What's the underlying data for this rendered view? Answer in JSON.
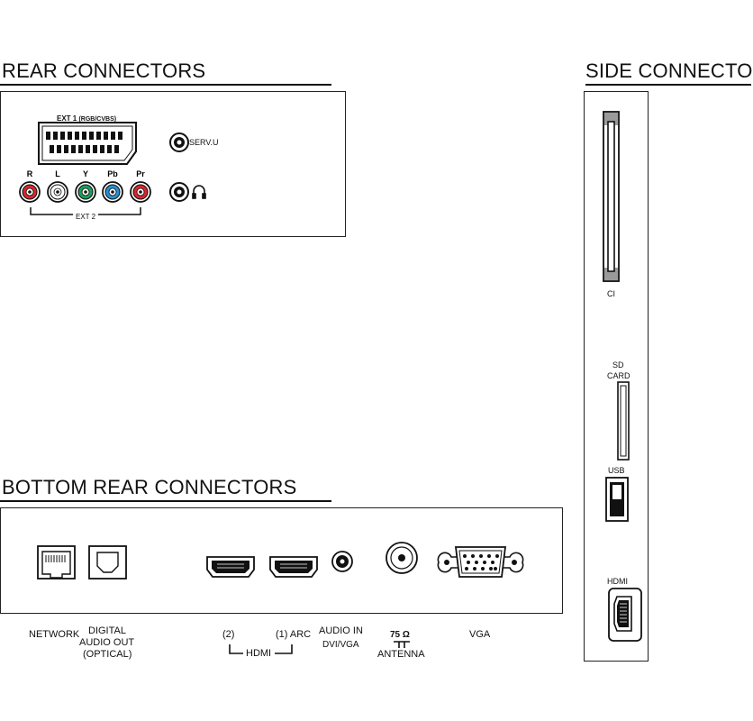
{
  "headings": {
    "rear": "REAR CONNECTORS",
    "side": "SIDE CONNECTORS",
    "bottom": "BOTTOM REAR CONNECTORS"
  },
  "rear": {
    "ext1_label": "EXT 1",
    "ext1_sub": "(RGB/CVBS)",
    "serv_label": "SERV.U",
    "ext2_label": "EXT 2",
    "rca": [
      {
        "label": "R",
        "color": "#d7262e"
      },
      {
        "label": "L",
        "color": "#ffffff"
      },
      {
        "label": "Y",
        "color": "#16a05a"
      },
      {
        "label": "Pb",
        "color": "#2a8fd0"
      },
      {
        "label": "Pr",
        "color": "#d7262e"
      }
    ],
    "headphone_icon": "headphones-icon"
  },
  "side": {
    "ci_label": "CI",
    "sd_label_1": "SD",
    "sd_label_2": "CARD",
    "usb_label": "USB",
    "hdmi_label": "HDMI"
  },
  "bottom": {
    "network_label": "NETWORK",
    "digital_label_1": "DIGITAL",
    "digital_label_2": "AUDIO OUT",
    "digital_label_3": "(OPTICAL)",
    "hdmi2_label": "(2)",
    "hdmi1_label": "(1) ARC",
    "hdmi_group_label": "HDMI",
    "audio_in_label_1": "AUDIO IN",
    "audio_in_label_2": "DVI/VGA",
    "antenna_value": "75 Ω",
    "antenna_label": "ANTENNA",
    "vga_label": "VGA"
  }
}
